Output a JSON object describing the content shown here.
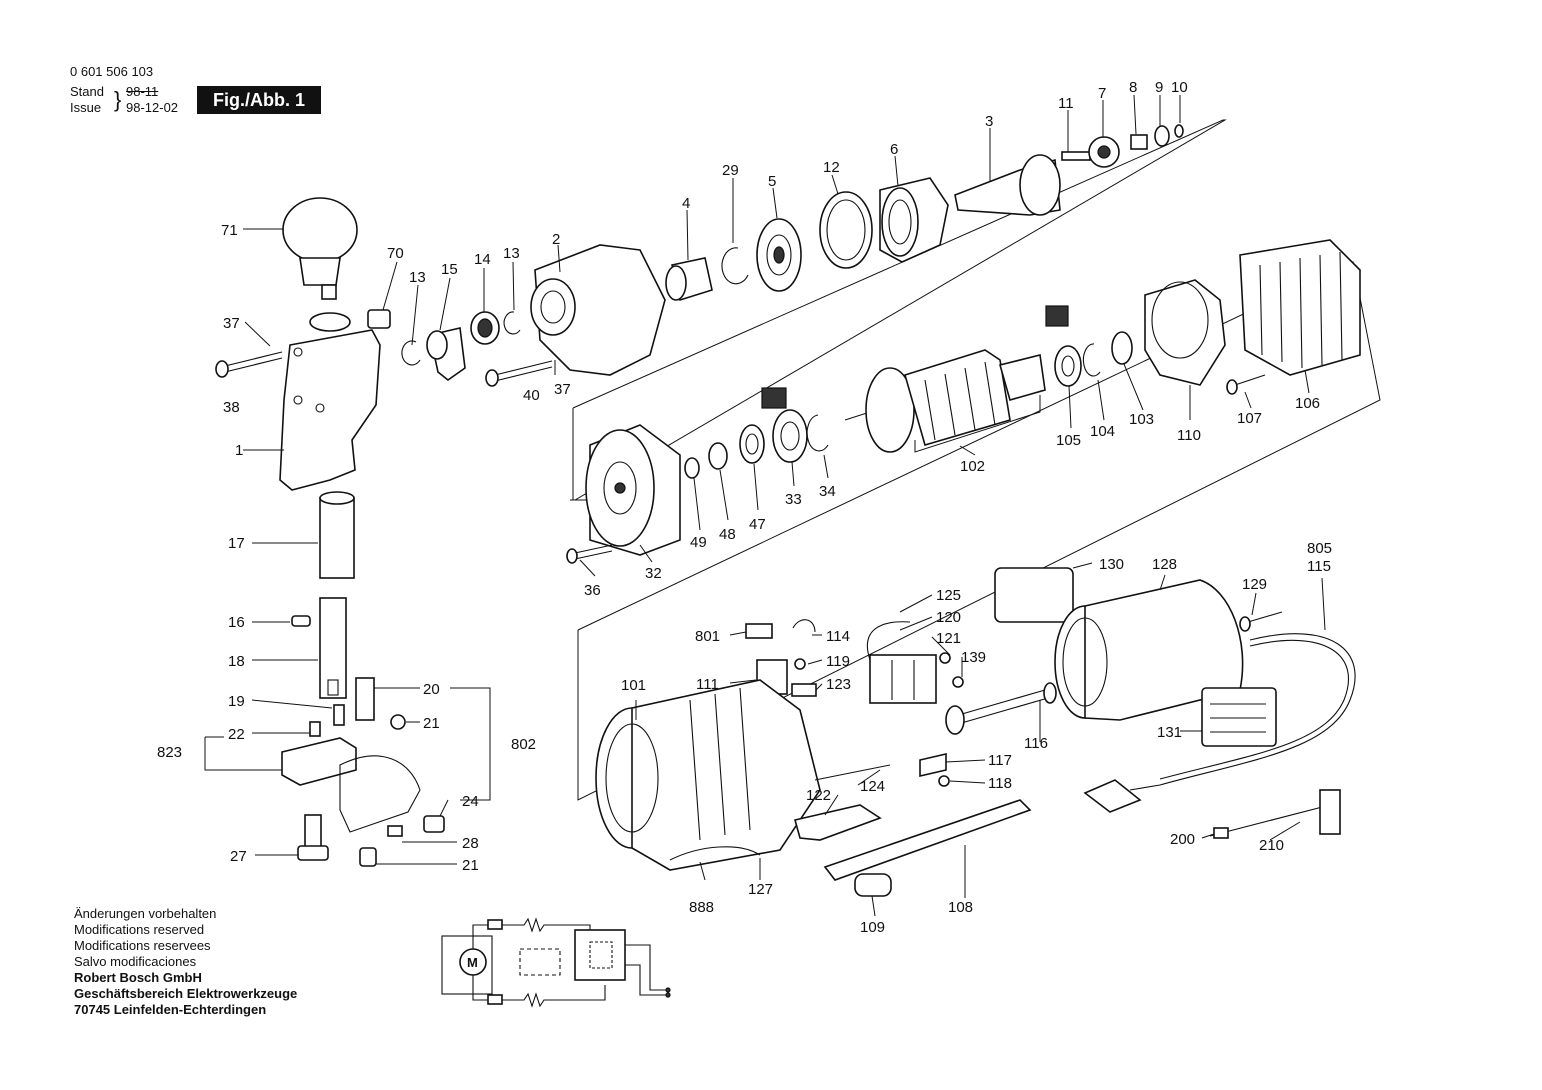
{
  "header": {
    "part_number": "0 601 506 103",
    "stand_label": "Stand",
    "stand_value": "98-11",
    "issue_label": "Issue",
    "issue_value": "98-12-02",
    "figure_label": "Fig./Abb. 1"
  },
  "footer": {
    "lines": [
      "Änderungen vorbehalten",
      "Modifications reserved",
      "Modifications reservees",
      "Salvo modificaciones"
    ],
    "company": "Robert Bosch GmbH",
    "division": "Geschäftsbereich Elektrowerkzeuge",
    "address": "70745 Leinfelden-Echterdingen"
  },
  "schematic": {
    "motor_label": "M"
  },
  "part_labels": [
    {
      "id": "71",
      "text": "71"
    },
    {
      "id": "70",
      "text": "70"
    },
    {
      "id": "13a",
      "text": "13"
    },
    {
      "id": "15",
      "text": "15"
    },
    {
      "id": "14",
      "text": "14"
    },
    {
      "id": "13b",
      "text": "13"
    },
    {
      "id": "2",
      "text": "2"
    },
    {
      "id": "4",
      "text": "4"
    },
    {
      "id": "29",
      "text": "29"
    },
    {
      "id": "5",
      "text": "5"
    },
    {
      "id": "12",
      "text": "12"
    },
    {
      "id": "6",
      "text": "6"
    },
    {
      "id": "3",
      "text": "3"
    },
    {
      "id": "11",
      "text": "11"
    },
    {
      "id": "7",
      "text": "7"
    },
    {
      "id": "8",
      "text": "8"
    },
    {
      "id": "9",
      "text": "9"
    },
    {
      "id": "10",
      "text": "10"
    },
    {
      "id": "37a",
      "text": "37"
    },
    {
      "id": "38",
      "text": "38"
    },
    {
      "id": "40",
      "text": "40"
    },
    {
      "id": "37b",
      "text": "37"
    },
    {
      "id": "1",
      "text": "1"
    },
    {
      "id": "17",
      "text": "17"
    },
    {
      "id": "16",
      "text": "16"
    },
    {
      "id": "18",
      "text": "18"
    },
    {
      "id": "19",
      "text": "19"
    },
    {
      "id": "20",
      "text": "20"
    },
    {
      "id": "21a",
      "text": "21"
    },
    {
      "id": "802",
      "text": "802"
    },
    {
      "id": "22",
      "text": "22"
    },
    {
      "id": "823",
      "text": "823"
    },
    {
      "id": "24",
      "text": "24"
    },
    {
      "id": "28",
      "text": "28"
    },
    {
      "id": "27",
      "text": "27"
    },
    {
      "id": "21b",
      "text": "21"
    },
    {
      "id": "36",
      "text": "36"
    },
    {
      "id": "32",
      "text": "32"
    },
    {
      "id": "49",
      "text": "49"
    },
    {
      "id": "48",
      "text": "48"
    },
    {
      "id": "47",
      "text": "47"
    },
    {
      "id": "33",
      "text": "33"
    },
    {
      "id": "34",
      "text": "34"
    },
    {
      "id": "102",
      "text": "102"
    },
    {
      "id": "105",
      "text": "105"
    },
    {
      "id": "104",
      "text": "104"
    },
    {
      "id": "103",
      "text": "103"
    },
    {
      "id": "110",
      "text": "110"
    },
    {
      "id": "107",
      "text": "107"
    },
    {
      "id": "106",
      "text": "106"
    },
    {
      "id": "130",
      "text": "130"
    },
    {
      "id": "128",
      "text": "128"
    },
    {
      "id": "129",
      "text": "129"
    },
    {
      "id": "805",
      "text": "805"
    },
    {
      "id": "115",
      "text": "115"
    },
    {
      "id": "125",
      "text": "125"
    },
    {
      "id": "120",
      "text": "120"
    },
    {
      "id": "121",
      "text": "121"
    },
    {
      "id": "139",
      "text": "139"
    },
    {
      "id": "801",
      "text": "801"
    },
    {
      "id": "114",
      "text": "114"
    },
    {
      "id": "119",
      "text": "119"
    },
    {
      "id": "111",
      "text": "111"
    },
    {
      "id": "123",
      "text": "123"
    },
    {
      "id": "101",
      "text": "101"
    },
    {
      "id": "116",
      "text": "116"
    },
    {
      "id": "131",
      "text": "131"
    },
    {
      "id": "117",
      "text": "117"
    },
    {
      "id": "118",
      "text": "118"
    },
    {
      "id": "124",
      "text": "124"
    },
    {
      "id": "122",
      "text": "122"
    },
    {
      "id": "200",
      "text": "200"
    },
    {
      "id": "210",
      "text": "210"
    },
    {
      "id": "888",
      "text": "888"
    },
    {
      "id": "127",
      "text": "127"
    },
    {
      "id": "108",
      "text": "108"
    },
    {
      "id": "109",
      "text": "109"
    }
  ]
}
